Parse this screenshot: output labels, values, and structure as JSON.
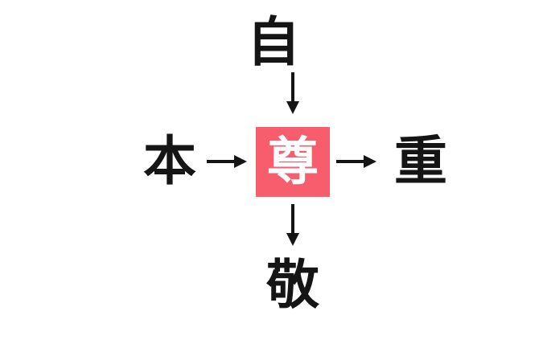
{
  "diagram": {
    "type": "kanji-compound-association",
    "background_color": "#ffffff",
    "text_color": "#151515",
    "highlight_color": "#f85d6e",
    "highlight_text_color": "#ffffff",
    "center": {
      "character": "尊",
      "role": "answer",
      "highlighted": true
    },
    "nodes": [
      {
        "position": "top",
        "character": "自",
        "compound": "自尊",
        "direction": "down",
        "arrow": "↓"
      },
      {
        "position": "left",
        "character": "本",
        "compound": "本尊",
        "direction": "right",
        "arrow": "→"
      },
      {
        "position": "right",
        "character": "重",
        "compound": "尊重",
        "direction": "right",
        "arrow": "→"
      },
      {
        "position": "bottom",
        "character": "敬",
        "compound": "尊敬",
        "direction": "down",
        "arrow": "↓"
      }
    ],
    "arrows": {
      "top_label": "↓",
      "left_label": "→",
      "right_label": "→",
      "bottom_label": "↓"
    }
  }
}
